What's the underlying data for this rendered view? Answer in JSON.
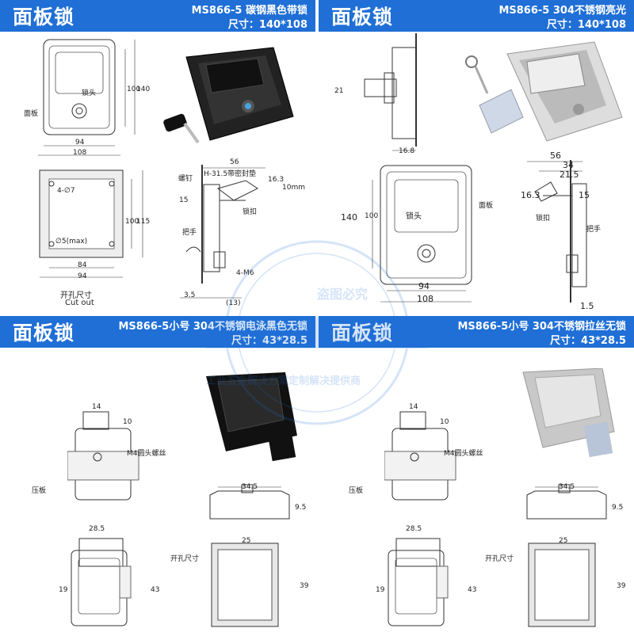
{
  "panels": [
    {
      "title": "面板锁",
      "line1": "MS866-5  碳钢黑色带锁",
      "line2": "尺寸：140*108"
    },
    {
      "title": "面板锁",
      "line1": "MS866-5  304不锈钢亮光",
      "line2": "尺寸：140*108"
    },
    {
      "title": "面板锁",
      "line1": "MS866-5小号 304不锈钢电泳黑色无锁",
      "line2": "尺寸：43*28.5"
    },
    {
      "title": "面板锁",
      "line1": "MS866-5小号 304不锈钢拉丝无锁",
      "line2": "尺寸：43*28.5"
    }
  ],
  "labels": {
    "panel_label": "面板",
    "lock_head": "锁头",
    "latch": "锁扣",
    "handle": "把手",
    "screw": "螺钉",
    "seal_strip": "H-31.5带密封垫",
    "stroke": "10mm",
    "cutout_cn": "开孔尺寸",
    "cutout_en": "Cut out",
    "hole": "4-∅7",
    "hole2": "∅5(max)",
    "m6": "4-M6",
    "m4": "M4圆头螺丝",
    "press_plate": "压板"
  },
  "dims": {
    "w94": "94",
    "w108": "108",
    "h100": "100",
    "h140": "140",
    "w84": "84",
    "h115": "115",
    "w56": "56",
    "d16_3": "16.3",
    "d15": "15",
    "d3_5": "3.5",
    "d13": "(13)",
    "d21": "21",
    "d16_8": "16.8",
    "d34": "34",
    "d21_5": "21.5",
    "d1_5": "1.5",
    "d14": "14",
    "d10": "10",
    "d34_5": "34.5",
    "d9_5": "9.5",
    "d28_5": "28.5",
    "d19": "19",
    "d43": "43",
    "d25": "25",
    "d39": "39"
  },
  "watermark": {
    "line1": "盗图必究",
    "line2": "工业五金解决方案定制解决提供商"
  }
}
